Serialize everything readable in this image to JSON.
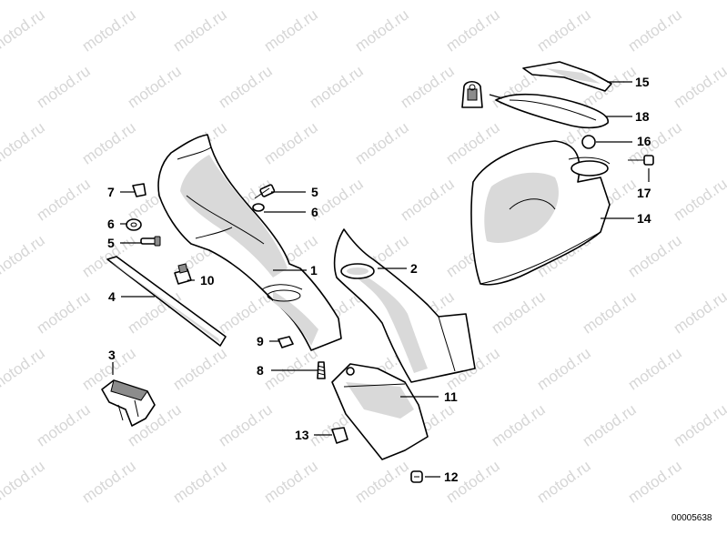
{
  "watermark": "motod.ru",
  "diagram_id": "00005638",
  "callouts": {
    "c1": "1",
    "c2": "2",
    "c3": "3",
    "c4": "4",
    "c5a": "5",
    "c5b": "5",
    "c6a": "6",
    "c6b": "6",
    "c7": "7",
    "c8": "8",
    "c9": "9",
    "c10": "10",
    "c11": "11",
    "c12": "12",
    "c13": "13",
    "c14": "14",
    "c15": "15",
    "c16": "16",
    "c17": "17",
    "c18": "18"
  }
}
